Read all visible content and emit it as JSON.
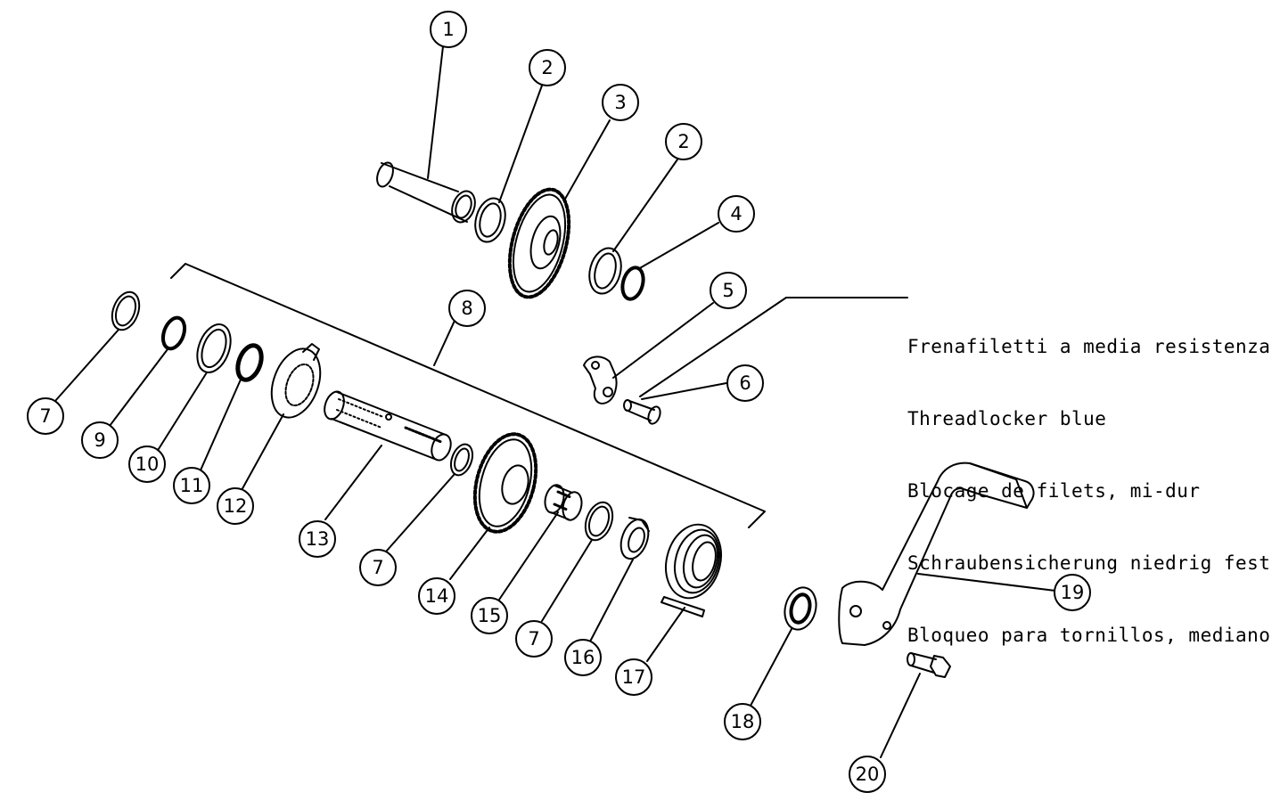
{
  "callouts": [
    "1",
    "2",
    "3",
    "2",
    "4",
    "5",
    "6",
    "7",
    "8",
    "9",
    "10",
    "11",
    "12",
    "13",
    "7",
    "14",
    "15",
    "7",
    "16",
    "17",
    "18",
    "19",
    "20"
  ],
  "note": {
    "lines": [
      "Frenafiletti a media resistenza",
      "Threadlocker blue",
      "Blocage de filets, mi-dur",
      "Schraubensicherung niedrig fest",
      "Bloqueo para tornillos, mediano"
    ]
  }
}
